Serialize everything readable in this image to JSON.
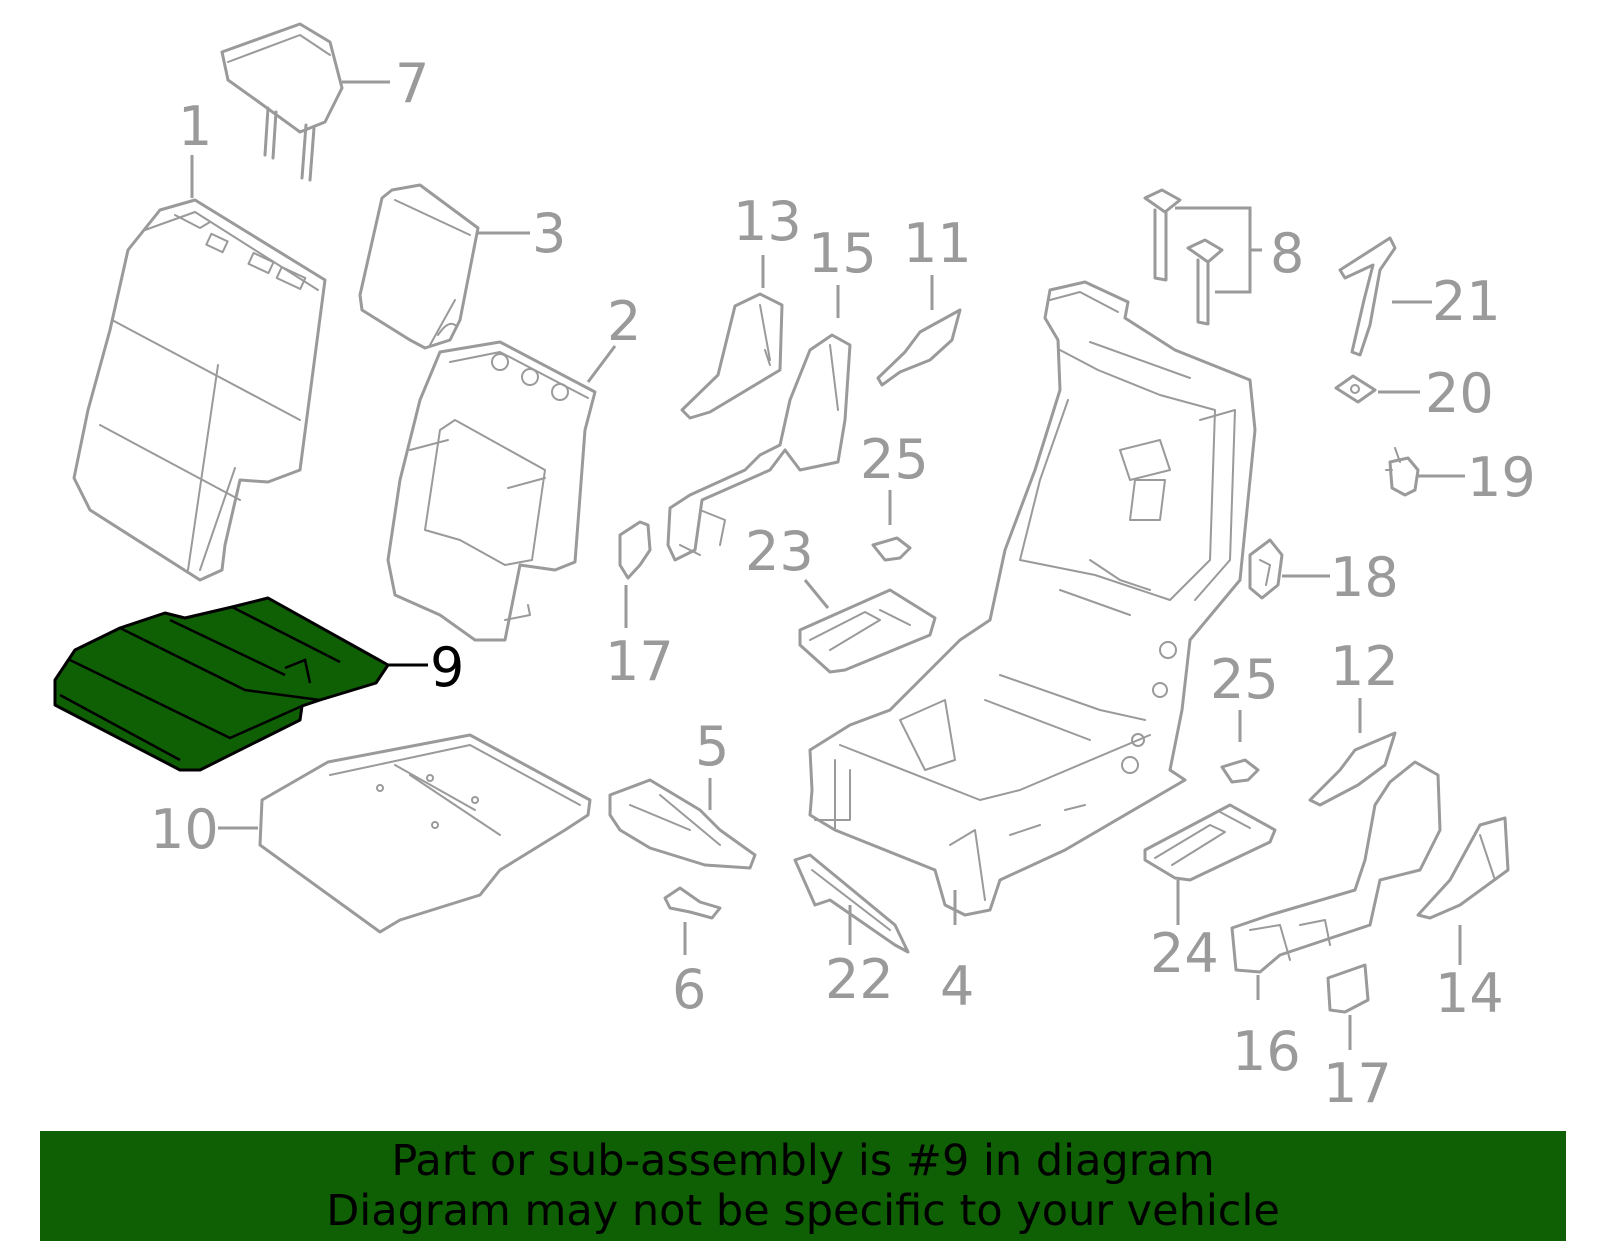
{
  "colors": {
    "highlight": "#0f5f05",
    "banner_bg": "#0f5f05",
    "part_stroke": "#9a9a9a",
    "text_dark": "#000000"
  },
  "highlighted_part": "9",
  "callouts": {
    "c1": "1",
    "c2": "2",
    "c3": "3",
    "c4": "4",
    "c5": "5",
    "c6": "6",
    "c7": "7",
    "c8": "8",
    "c9": "9",
    "c10": "10",
    "c11": "11",
    "c12": "12",
    "c13": "13",
    "c14": "14",
    "c15": "15",
    "c16": "16",
    "c17a": "17",
    "c17b": "17",
    "c18": "18",
    "c19": "19",
    "c20": "20",
    "c21": "21",
    "c22": "22",
    "c23": "23",
    "c24": "24",
    "c25a": "25",
    "c25b": "25"
  },
  "banner": {
    "line1": "Part or sub-assembly is #9 in diagram",
    "line2": "Diagram may not be specific to your vehicle"
  }
}
